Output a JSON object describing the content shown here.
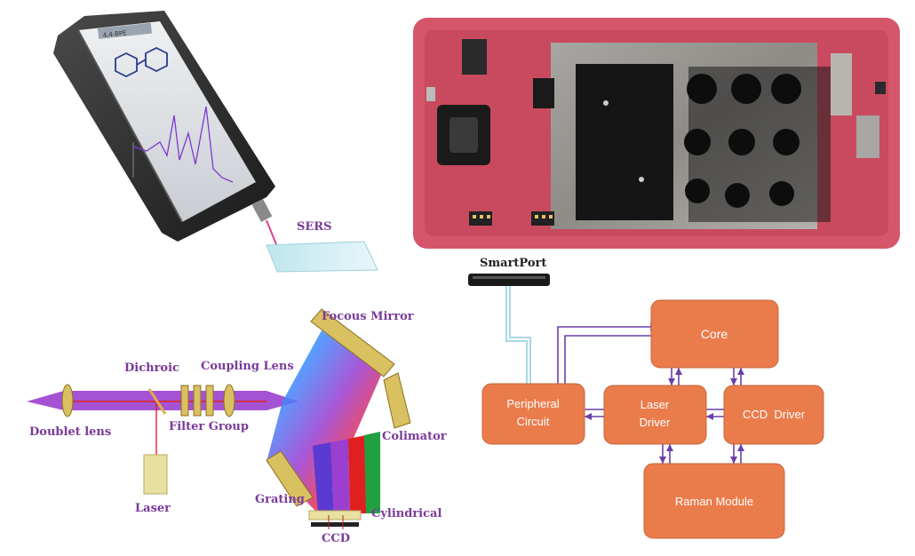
{
  "colors": {
    "block_fill": "#ea7c4c",
    "block_stroke": "#c7643a",
    "block_text": "#ffffff",
    "link": "#6a3fa8",
    "port_link": "#a8d8e8",
    "label_purple": "#7a3a9a",
    "label_dark": "#222222",
    "laser_beam": "#9b3fd0",
    "red_beam": "#e02020",
    "phone_frame": "#d5566a"
  },
  "phone": {
    "screen_title": "4,4-BPE",
    "probe_label": "SERS"
  },
  "smartport": {
    "label": "SmartPort"
  },
  "optics": {
    "focus_mirror": "Focous Mirror",
    "dichroic": "Dichroic",
    "coupling_lens": "Coupling Lens",
    "doublet_lens": "Doublet lens",
    "filter_group": "Filter Group",
    "collimator": "Colimator",
    "laser": "Laser",
    "grating": "Grating",
    "cylindrical": "Cylindrical",
    "ccd": "CCD"
  },
  "blocks": {
    "core": "Core",
    "peripheral_line1": "Peripheral",
    "peripheral_line2": "Circuit",
    "laser_line1": "Laser",
    "laser_line2": "Driver",
    "ccd_driver": "CCD  Driver",
    "raman": "Raman Module"
  }
}
